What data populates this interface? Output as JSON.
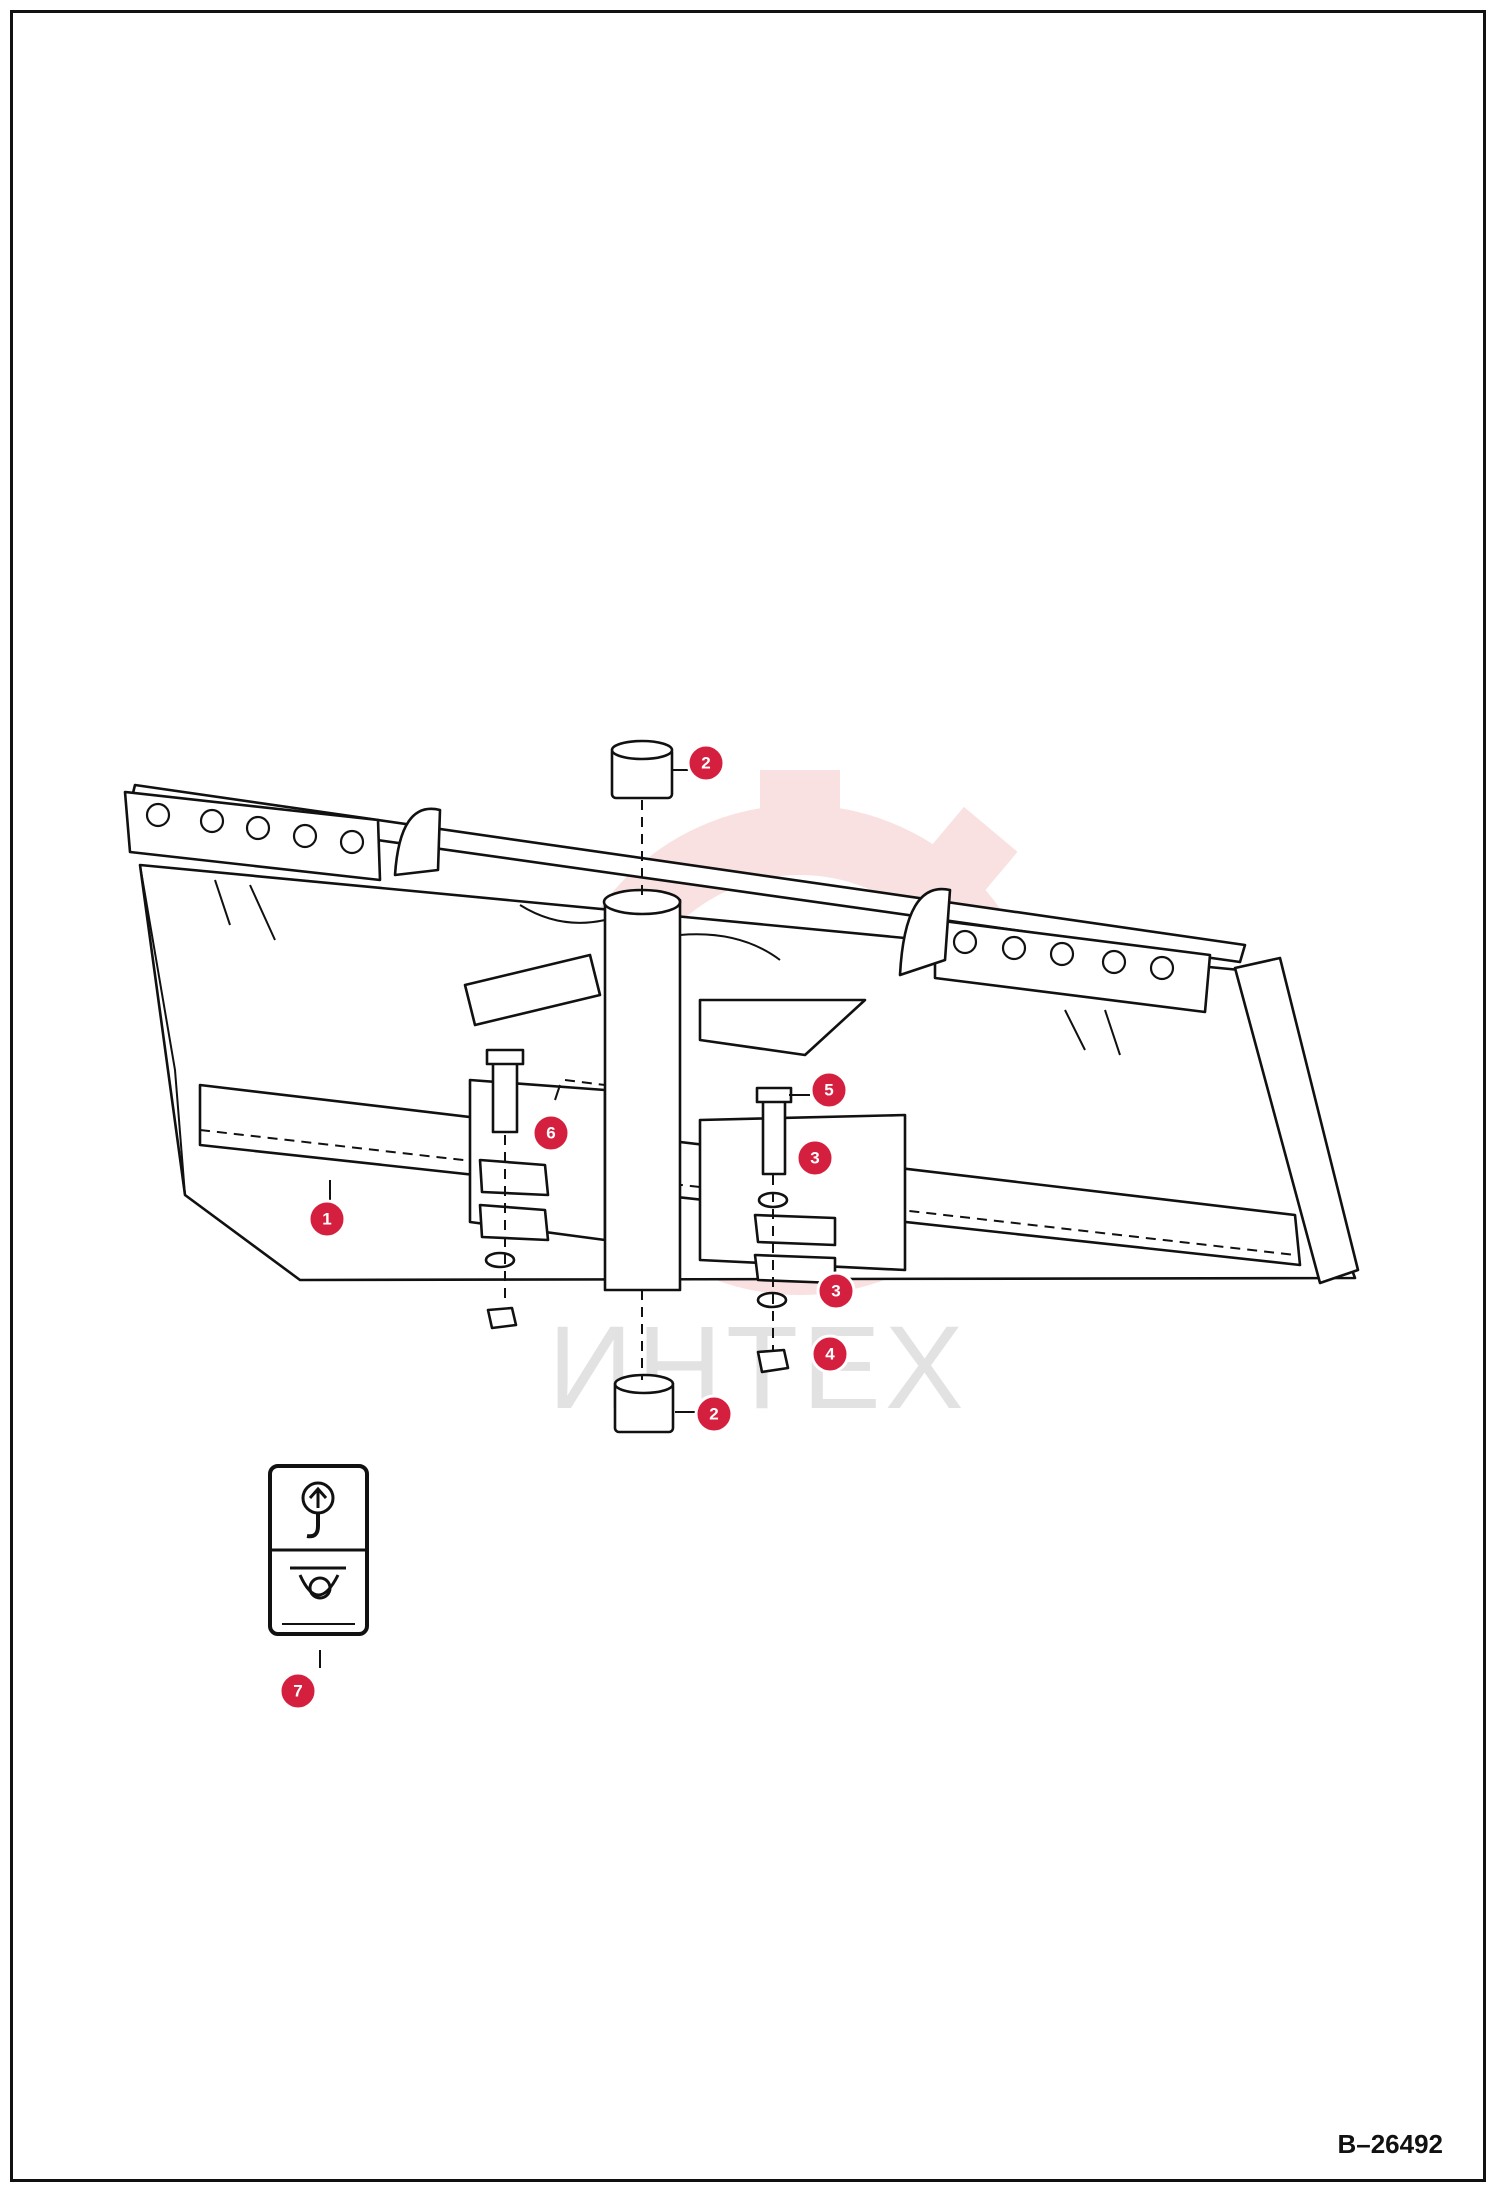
{
  "drawing_code": "B–26492",
  "watermark": "ИНТЕХ",
  "callouts": [
    {
      "label": "1"
    },
    {
      "label": "2"
    },
    {
      "label": "2"
    },
    {
      "label": "3"
    },
    {
      "label": "3"
    },
    {
      "label": "4"
    },
    {
      "label": "5"
    },
    {
      "label": "6"
    },
    {
      "label": "7"
    }
  ],
  "colors": {
    "callout": "#d51f3f",
    "line": "#111111",
    "watermark": "#f6c9c9"
  }
}
